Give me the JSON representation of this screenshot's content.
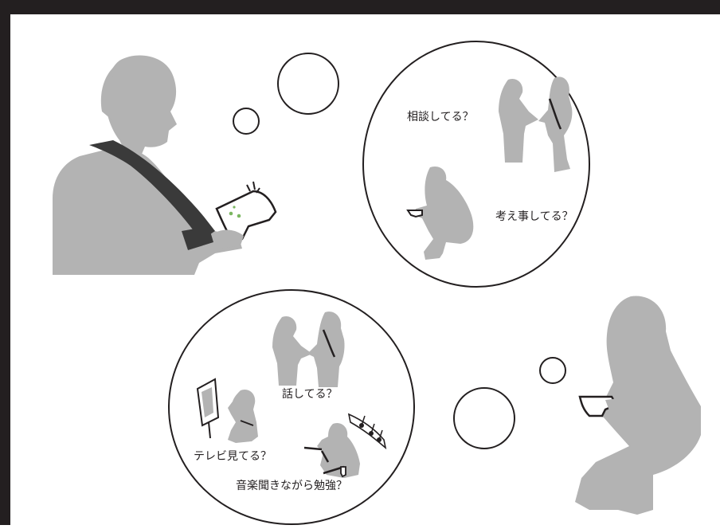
{
  "colors": {
    "frame": "#231f20",
    "silhouette": "#b3b3b3",
    "strap": "#3a3a3a",
    "device_dot": "#7bb661",
    "bubble_stroke": "#231f20"
  },
  "icons": [
    "man-with-device-silhouette",
    "woman-with-device-silhouette",
    "thought-bubble"
  ],
  "labels": {
    "consulting": "相談してる？",
    "thinking": "考え事してる？",
    "talking": "話してる？",
    "watching_tv": "テレビ見てる？",
    "studying_music": "音楽聞きながら勉強？"
  }
}
